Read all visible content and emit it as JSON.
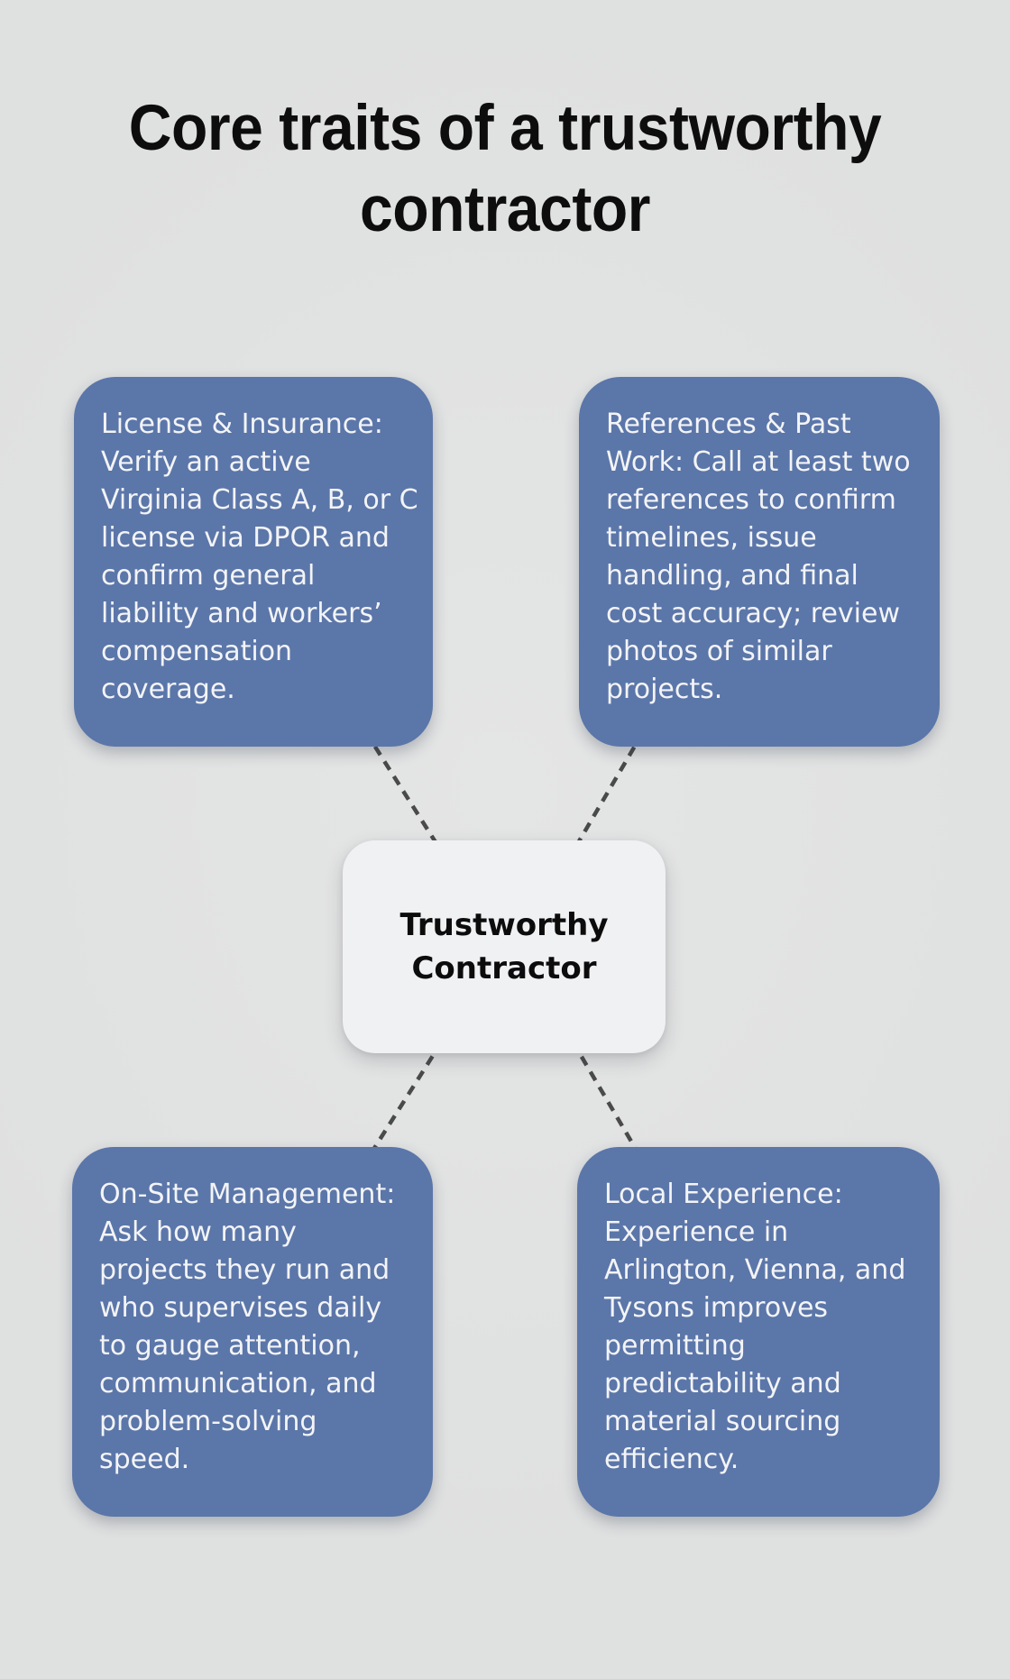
{
  "title": "Core traits of a trustworthy\ncontractor",
  "center_node": {
    "label": "Trustworthy\nContractor"
  },
  "boxes": {
    "top_left": {
      "id": "license-insurance",
      "text": "License & Insurance:\nVerify an active\nVirginia Class A, B, or C\nlicense via DPOR and\nconfirm general\nliability and workers’\ncompensation\ncoverage."
    },
    "top_right": {
      "id": "references-past-work",
      "text": "References & Past\nWork: Call at least two\nreferences to confirm\ntimelines, issue\nhandling, and final\ncost accuracy; review\nphotos of similar\nprojects."
    },
    "bottom_left": {
      "id": "onsite-management",
      "text": "On-Site Management:\nAsk how many\nprojects they run and\nwho supervises daily\nto gauge attention,\ncommunication, and\nproblem-solving\nspeed."
    },
    "bottom_right": {
      "id": "local-experience",
      "text": "Local Experience:\nExperience in\nArlington, Vienna, and\nTysons improves\npermitting\npredictability and\nmaterial sourcing\nefficiency."
    }
  },
  "colors": {
    "bg_center": "#e4e5e5",
    "bg_edge": "#dfe0e0",
    "title_color": "#0d0d0d",
    "box_fill": "#5b76a9",
    "box_text": "#f3f4f6",
    "node_fill": "#f0f1f3",
    "node_text": "#0c0c0c",
    "connector_color": "#4a4a4a"
  }
}
